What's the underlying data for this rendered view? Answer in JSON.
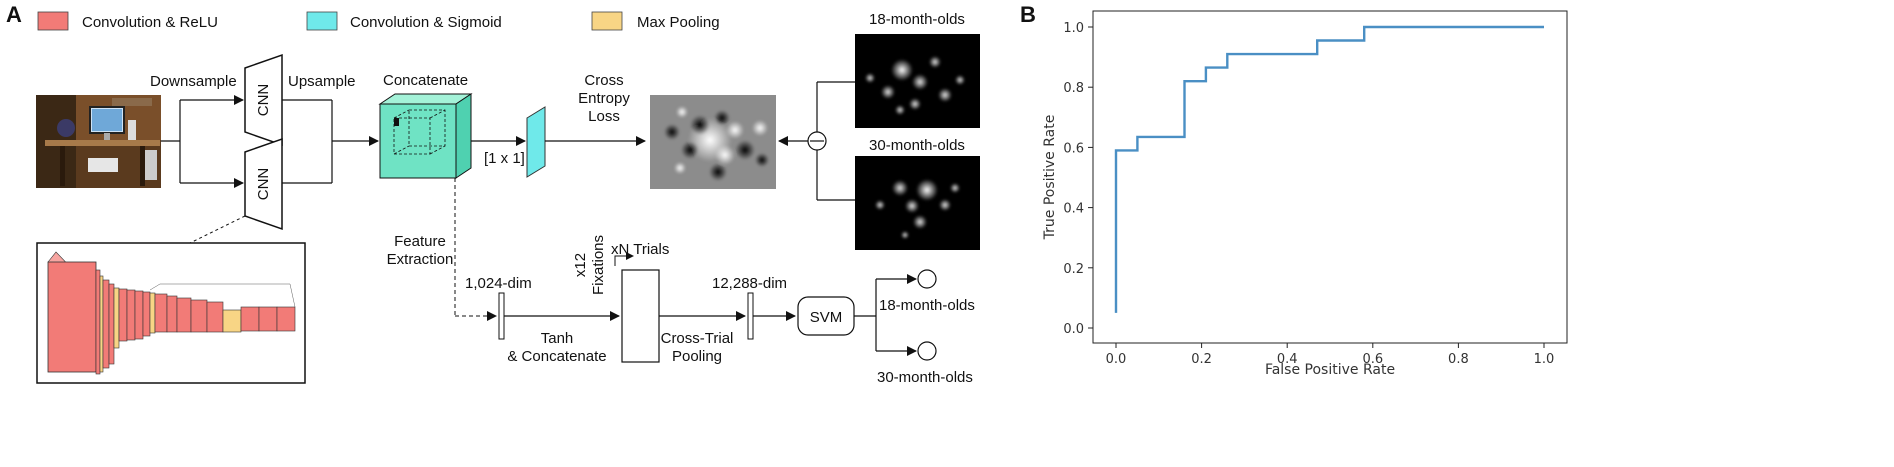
{
  "panel_a": {
    "label": "A",
    "legend": [
      {
        "text": "Convolution & ReLU",
        "color": "#f27b77"
      },
      {
        "text": "Convolution & Sigmoid",
        "color": "#6fe9ea"
      },
      {
        "text": "Max Pooling",
        "color": "#f8d585"
      }
    ],
    "downsample": "Downsample",
    "upsample": "Upsample",
    "cnn": "CNN",
    "concatenate": "Concatenate",
    "cross_entropy": [
      "Cross",
      "Entropy",
      "Loss"
    ],
    "one_by_one": "[1 x 1]",
    "feature_extraction": [
      "Feature",
      "Extraction"
    ],
    "dim_1024": "1,024-dim",
    "x12": "x12",
    "fixations": "Fixations",
    "xn_trials": "xN Trials",
    "tanh": [
      "Tanh",
      "& Concatenate"
    ],
    "dim_12288": "12,288-dim",
    "cross_trial": [
      "Cross-Trial",
      "Pooling"
    ],
    "svm": "SVM",
    "out_18": "18-month-olds",
    "out_30": "30-month-olds",
    "map_18": "18-month-olds",
    "map_30": "30-month-olds"
  },
  "panel_b": {
    "label": "B",
    "chart_data": {
      "type": "line",
      "title": "",
      "xlabel": "False Positive Rate",
      "ylabel": "True Positive Rate",
      "xlim": [
        0.0,
        1.0
      ],
      "ylim": [
        0.0,
        1.0
      ],
      "xticks": [
        "0.0",
        "0.2",
        "0.4",
        "0.6",
        "0.8",
        "1.0"
      ],
      "yticks": [
        "0.0",
        "0.2",
        "0.4",
        "0.6",
        "0.8",
        "1.0"
      ],
      "grid": false,
      "line_color": "#4a8fc4",
      "series": [
        {
          "x": [
            0.0,
            0.0,
            0.05,
            0.05,
            0.16,
            0.16,
            0.21,
            0.21,
            0.26,
            0.26,
            0.47,
            0.47,
            0.58,
            0.58,
            1.0
          ],
          "y": [
            0.05,
            0.59,
            0.59,
            0.635,
            0.635,
            0.82,
            0.82,
            0.865,
            0.865,
            0.91,
            0.91,
            0.955,
            0.955,
            1.0,
            1.0
          ]
        }
      ]
    }
  }
}
